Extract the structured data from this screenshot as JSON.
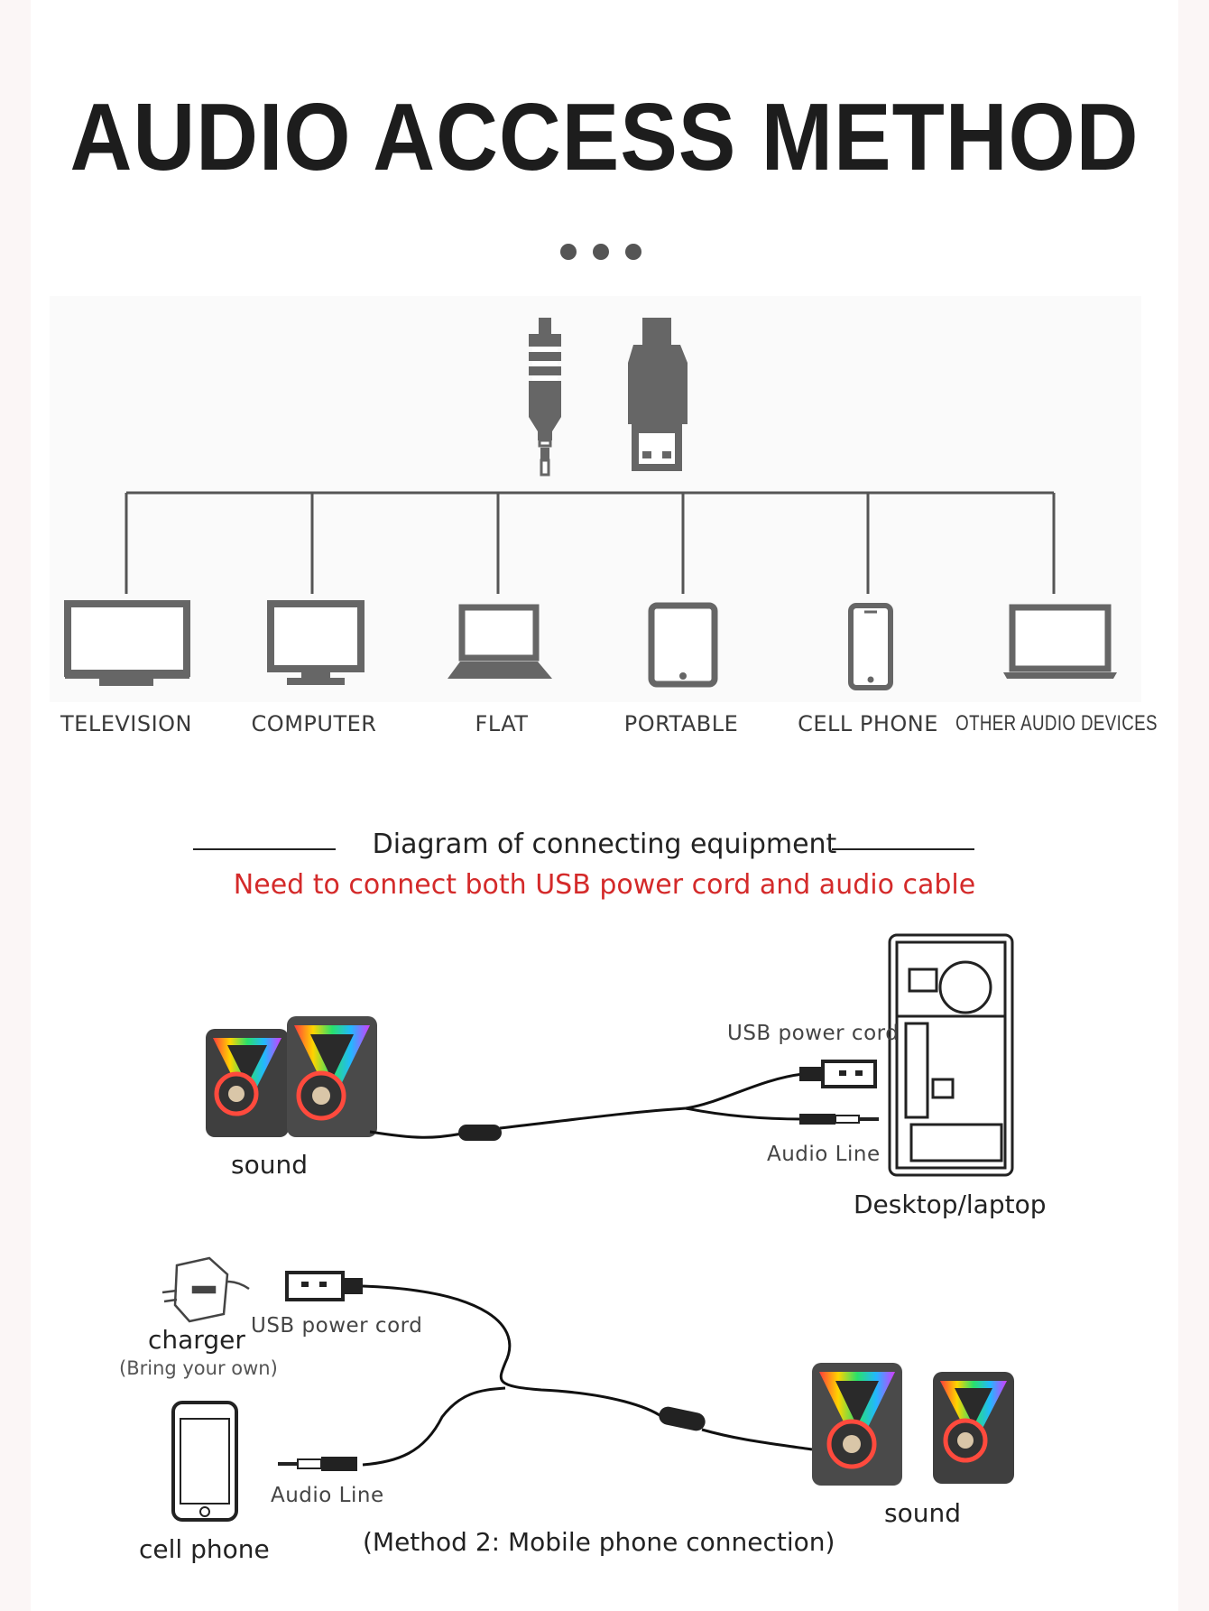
{
  "title": "AUDIO ACCESS METHOD",
  "devices": [
    {
      "label": "TELEVISION",
      "icon": "television-icon"
    },
    {
      "label": "COMPUTER",
      "icon": "computer-monitor-icon"
    },
    {
      "label": "FLAT",
      "icon": "laptop-icon"
    },
    {
      "label": "PORTABLE",
      "icon": "tablet-icon"
    },
    {
      "label": "CELL PHONE",
      "icon": "cell-phone-icon"
    },
    {
      "label": "OTHER AUDIO DEVICES",
      "icon": "laptop-icon"
    }
  ],
  "connectors": [
    "audio-jack-icon",
    "usb-plug-icon"
  ],
  "diagram": {
    "title": "Diagram of connecting equipment",
    "subtitle": "Need to connect both USB power cord and audio cable",
    "subtitle_color": "#d42a2a"
  },
  "method1": {
    "sound_label": "sound",
    "usb_label": "USB power cord",
    "audio_label": "Audio Line",
    "target_label": "Desktop/laptop"
  },
  "method2": {
    "charger_label": "charger",
    "charger_note": "(Bring your own)",
    "usb_label": "USB power cord",
    "phone_label": "cell phone",
    "audio_label": "Audio Line",
    "sound_label": "sound",
    "caption": "(Method 2: Mobile phone connection)"
  }
}
